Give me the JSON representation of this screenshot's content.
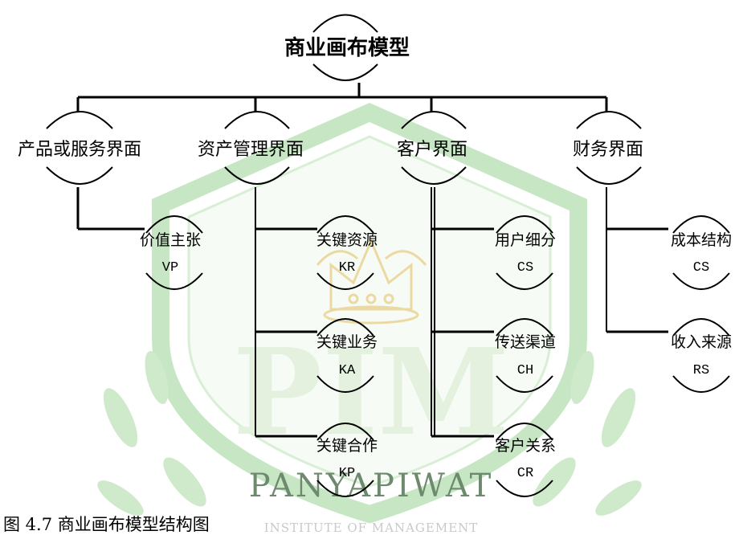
{
  "watermark": {
    "initials": "PIM",
    "name": "PANYAPIWAT",
    "subtitle": "INSTITUTE OF MANAGEMENT",
    "colors": {
      "shield": "#3fa34d",
      "leaf": "#57b65a",
      "crown": "#e9c46a"
    }
  },
  "diagram": {
    "root": "商业画布模型",
    "categories": [
      {
        "label": "产品或服务界面",
        "items": [
          {
            "label": "价值主张",
            "abbr": "VP"
          }
        ]
      },
      {
        "label": "资产管理界面",
        "items": [
          {
            "label": "关键资源",
            "abbr": "KR"
          },
          {
            "label": "关键业务",
            "abbr": "KA"
          },
          {
            "label": "关键合作",
            "abbr": "KP"
          }
        ]
      },
      {
        "label": "客户界面",
        "items": [
          {
            "label": "用户细分",
            "abbr": "CS"
          },
          {
            "label": "传送渠道",
            "abbr": "CH"
          },
          {
            "label": "客户关系",
            "abbr": "CR"
          }
        ]
      },
      {
        "label": "财务界面",
        "items": [
          {
            "label": "成本结构",
            "abbr": "CS"
          },
          {
            "label": "收入来源",
            "abbr": "RS"
          }
        ]
      }
    ]
  },
  "caption": "图 4.7 商业画布模型结构图"
}
